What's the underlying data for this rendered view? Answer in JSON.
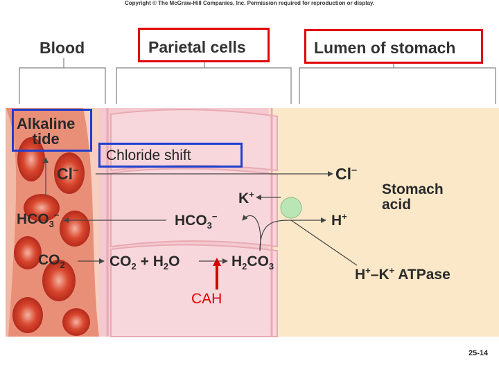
{
  "copyright": "Copyright © The McGraw-Hill Companies, Inc. Permission required for reproduction or display.",
  "headers": {
    "blood": "Blood",
    "parietal": "Parietal cells",
    "lumen": "Lumen of stomach"
  },
  "labels": {
    "alkaline_line1": "Alkaline",
    "alkaline_line2": "tide",
    "chloride_shift": "Chloride shift",
    "cl_blood": "Cl",
    "cl_lumen": "Cl",
    "cl_sup": "−",
    "hco3_blood": "HCO",
    "hco3_cell": "HCO",
    "three": "3",
    "minus": "−",
    "co2_blood": "CO",
    "co2_cell": "CO",
    "two": "2",
    "plus": " + ",
    "h2o_h": "H",
    "h2o_o": "O",
    "h2co3_h": "H",
    "h2co3_co": "CO",
    "k_cell": "K",
    "k_sup": "+",
    "h_lumen": "H",
    "h_sup": "+",
    "stomach_acid_line1": "Stomach",
    "stomach_acid_line2": "acid",
    "atpase_h": "H",
    "atpase_dash": "–K",
    "atpase_rest": " ATPase",
    "cah": "CAH"
  },
  "page_number": "25-14",
  "colors": {
    "red_box": "#e00000",
    "blue_box": "#1f3fcf",
    "cah_text": "#e00000",
    "pump_green": "#b9e6b4"
  }
}
